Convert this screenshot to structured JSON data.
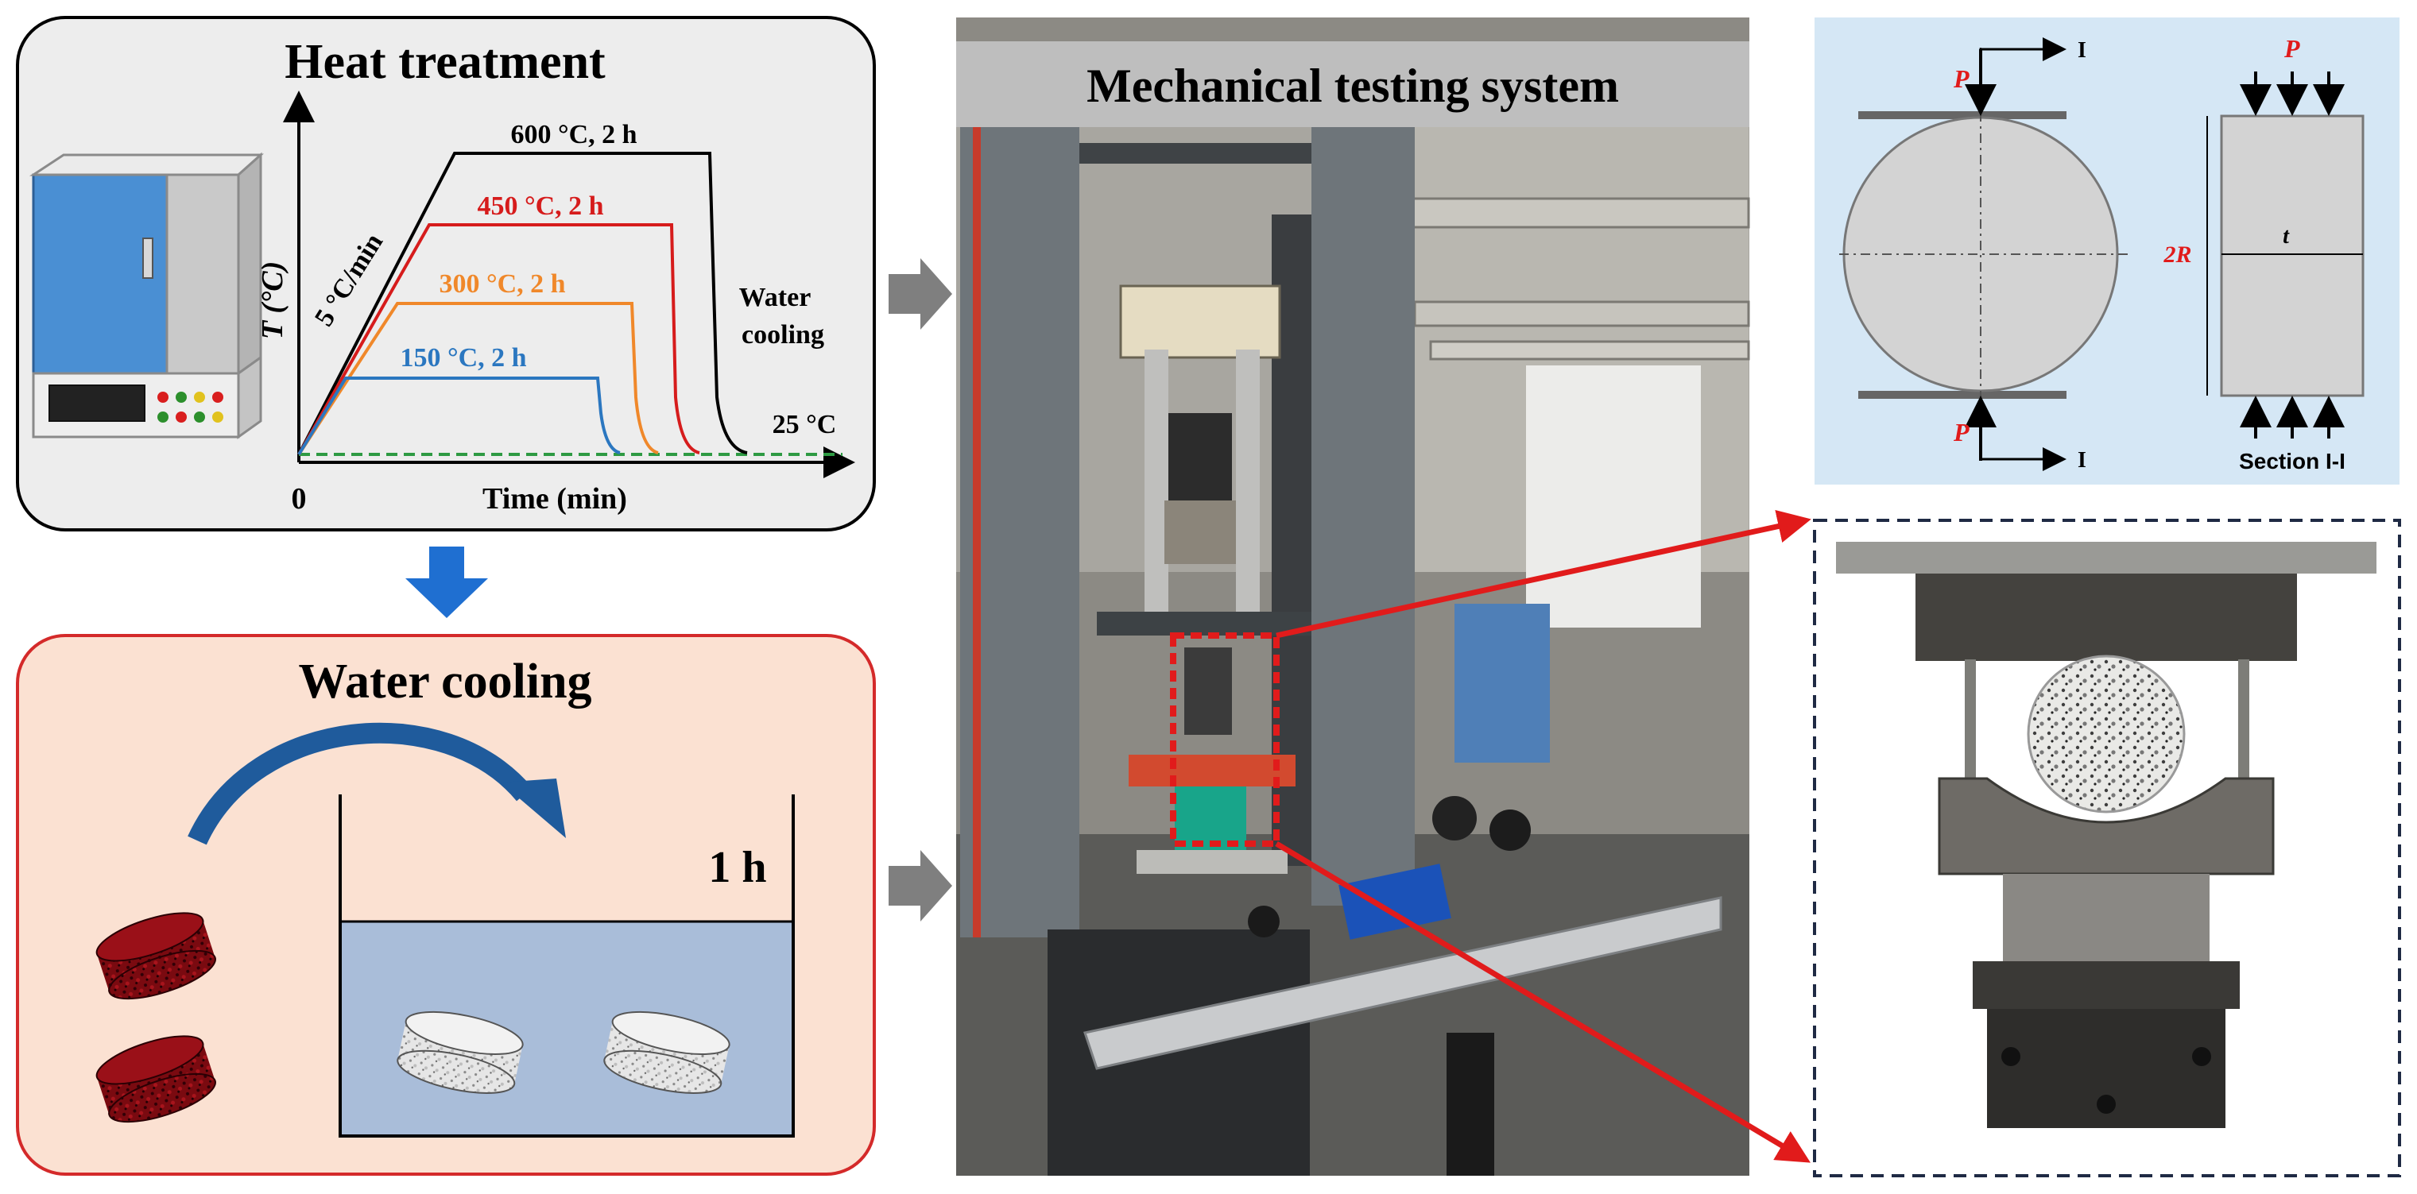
{
  "heat_panel": {
    "title": "Heat treatment",
    "y_axis_label": "T (°C)",
    "x_axis_label": "Time (min)",
    "origin_label": "0",
    "ramp_label": "5 °C/min",
    "curves": [
      {
        "label": "600 °C, 2 h",
        "color": "#000000"
      },
      {
        "label": "450 °C, 2 h",
        "color": "#d61c1c"
      },
      {
        "label": "300 °C, 2 h",
        "color": "#f0882a"
      },
      {
        "label": "150 °C, 2 h",
        "color": "#2b77c0"
      }
    ],
    "cooling_label_line1": "Water",
    "cooling_label_line2": "cooling",
    "room_temp_label": "25 °C",
    "room_temp_color": "#2e9a43"
  },
  "water_panel": {
    "title": "Water cooling",
    "duration_label": "1 h"
  },
  "machine_panel": {
    "title": "Mechanical testing system"
  },
  "schematic": {
    "top_load_label": "P",
    "bottom_load_label": "P",
    "right_load_label": "P",
    "section_marker_top": "I",
    "section_marker_bottom": "I",
    "diameter_label": "2R",
    "thickness_label": "t",
    "section_label": "Section I-I",
    "load_label_color": "#e11b1b"
  },
  "colors": {
    "heat_panel_bg": "#ededed",
    "water_panel_bg": "#fbe1d2",
    "water_panel_border": "#d42a2a",
    "water_fill": "#a9bdd9",
    "down_arrow": "#1f6fd1",
    "schematic_bg": "#d5e7f5",
    "zoom_arrow": "#e11b1b",
    "flow_arrow": "#7f7f7f",
    "title_band": "#bebebe"
  }
}
